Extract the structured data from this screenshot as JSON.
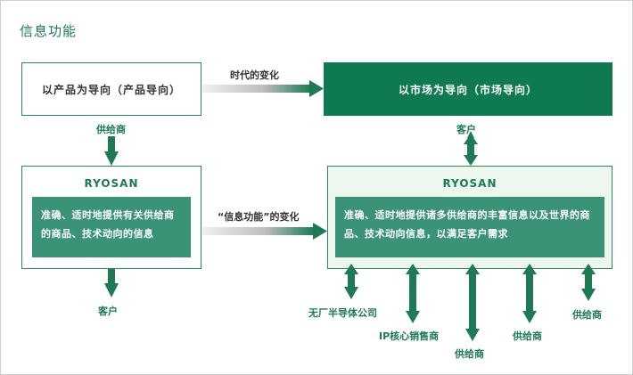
{
  "title": "信息功能",
  "top_left_box": "以产品为导向（产品导向）",
  "top_right_box": "以市场为导向（市场导向）",
  "top_arrow_label": "时代的变化",
  "mid_arrow_label": "“信息功能”的变化",
  "left_top_label": "供给商",
  "right_top_label": "客户",
  "left_panel": {
    "title": "RYOSAN",
    "text": "准确、适时地提供有关供给商的商品、技术动向的信息"
  },
  "right_panel": {
    "title": "RYOSAN",
    "text": "准确、适时地提供诸多供给商的丰富信息以及世界的商品、技术动向信息，以满足客户需求"
  },
  "left_bottom_label": "客户",
  "bottom_labels": [
    "无厂半导体公司",
    "IP核心销售商",
    "供给商",
    "供给商",
    "供给商"
  ],
  "colors": {
    "primary_green": "#0f7a52",
    "panel_green": "#3a9377",
    "light_panel": "#eef7ee",
    "arrow_green": "#1d7a55"
  }
}
